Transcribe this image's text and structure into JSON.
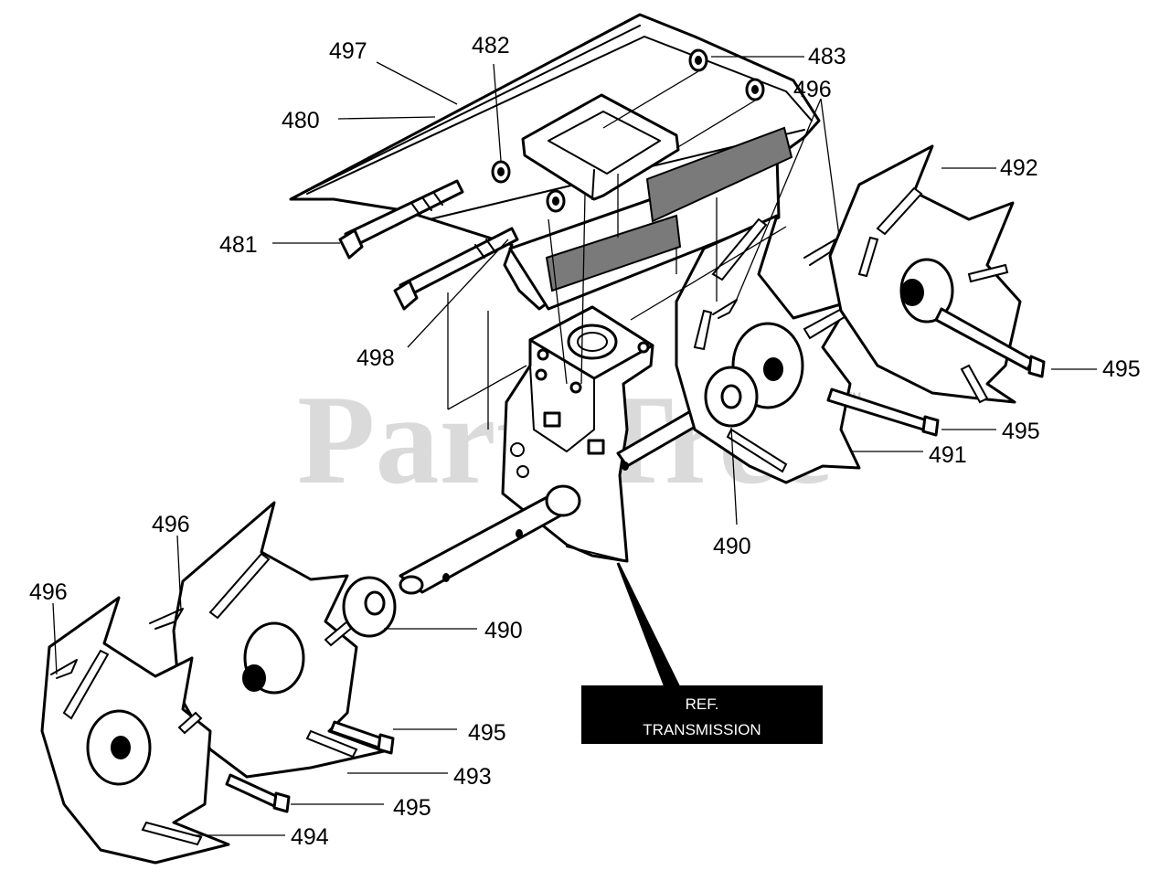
{
  "watermark": "PartsTree",
  "watermark_tm": "TM",
  "reference_box": {
    "line1": "REF.",
    "line2": "TRANSMISSION"
  },
  "callouts": {
    "c497": "497",
    "c482": "482",
    "c483": "483",
    "c496_top": "496",
    "c480": "480",
    "c492": "492",
    "c481": "481",
    "c498": "498",
    "c495_r1": "495",
    "c495_r2": "495",
    "c491": "491",
    "c490_r": "490",
    "c496_l1": "496",
    "c496_l2": "496",
    "c490_l": "490",
    "c495_l1": "495",
    "c493": "493",
    "c495_l2": "495",
    "c494": "494"
  }
}
